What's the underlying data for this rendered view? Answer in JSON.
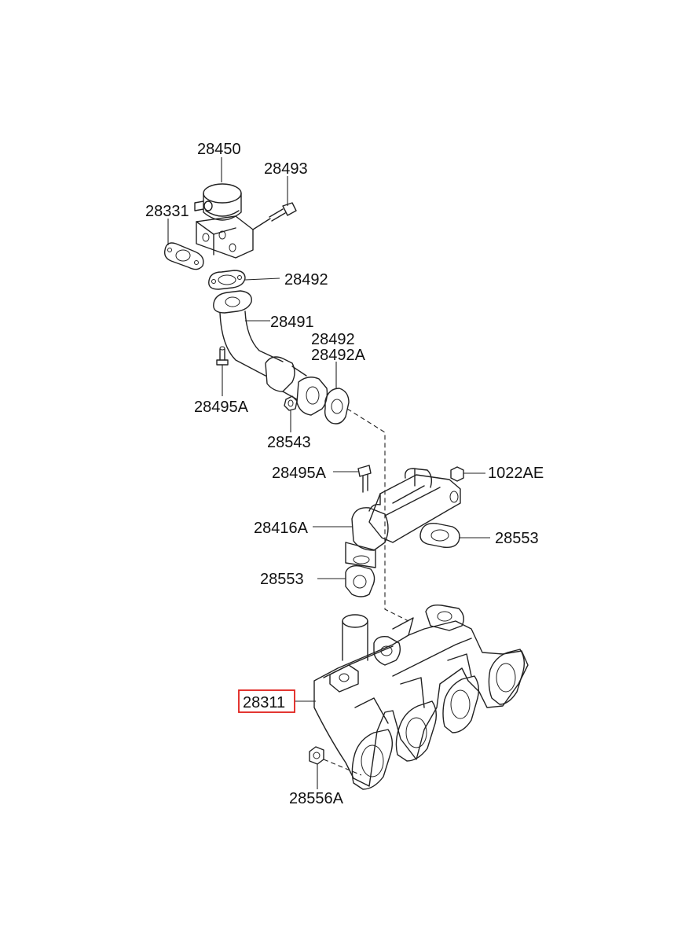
{
  "labels": {
    "egr_valve": "28450",
    "bolt_top": "28493",
    "gasket_left": "28331",
    "gasket_upper": "28492",
    "pipe": "28491",
    "gasket_mid_a": "28492",
    "gasket_mid_b": "28492A",
    "stud_left": "28495A",
    "nut_mid": "28543",
    "bolt_cooler": "28495A",
    "nut_cooler": "1022AE",
    "cooler": "28416A",
    "gasket_cooler_right": "28553",
    "gasket_cooler_left": "28553",
    "manifold": "28311",
    "nut_bottom": "28556A"
  },
  "highlight_color": "#e0201b"
}
